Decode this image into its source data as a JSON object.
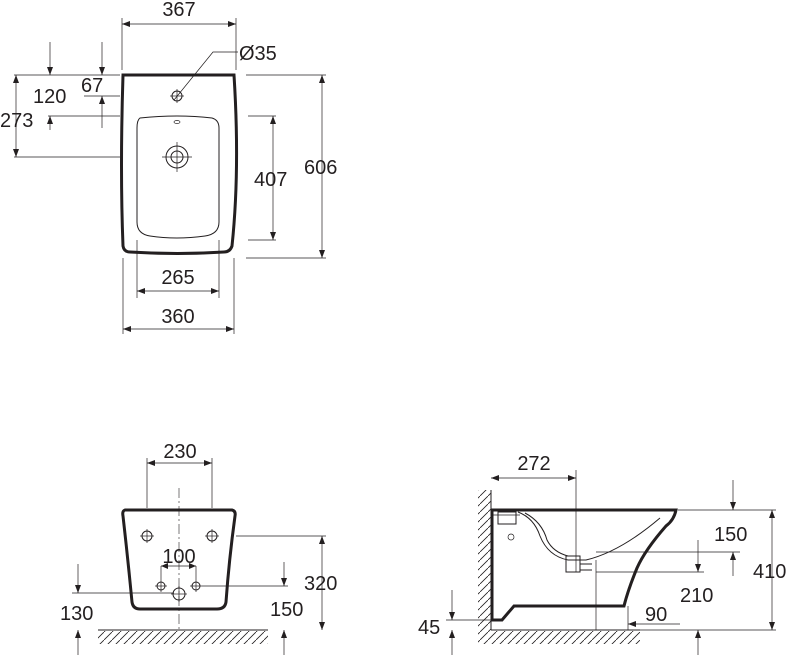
{
  "top_view": {
    "width_outer": "367",
    "hole_diameter": "Ø35",
    "offset_120": "120",
    "offset_67": "67",
    "offset_273": "273",
    "basin_length": "407",
    "total_length": "606",
    "basin_width": "265",
    "base_width": "360"
  },
  "front_view": {
    "fixing_spacing": "230",
    "hole_spacing": "100",
    "height_130": "130",
    "height_320": "320",
    "height_150": "150"
  },
  "side_view": {
    "depth_272": "272",
    "top_150": "150",
    "height_410": "410",
    "height_210": "210",
    "offset_90": "90",
    "offset_45": "45"
  }
}
